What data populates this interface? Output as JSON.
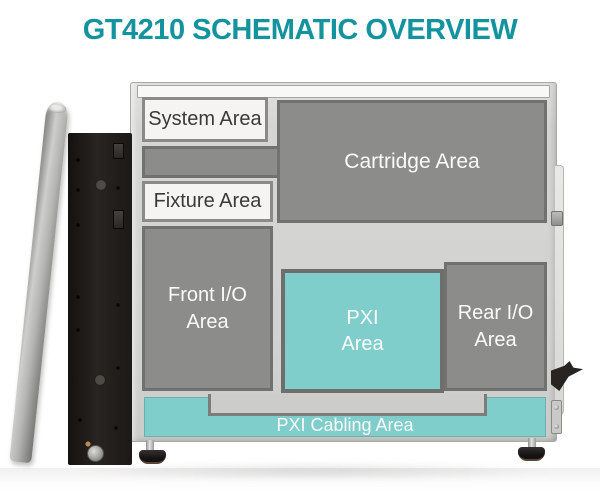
{
  "title": "GT4210 SCHEMATIC OVERVIEW",
  "colors": {
    "title_teal": "#12939E",
    "area_gray": "#8C8C8A",
    "area_teal": "#7FCECB",
    "light_label_bg": "#F5F4F2",
    "dark_text": "#3A3A3A",
    "white_text": "#FAFAFA",
    "chassis_gray": "#D2D2D0"
  },
  "areas": {
    "system": {
      "label": "System Area"
    },
    "cartridge": {
      "label": "Cartridge Area"
    },
    "fixture": {
      "label": "Fixture Area"
    },
    "front_io": {
      "label": "Front I/O\nArea"
    },
    "pxi": {
      "label": "PXI\nArea"
    },
    "rear_io": {
      "label": "Rear I/O\nArea"
    },
    "pxi_cabling": {
      "label": "PXI Cabling Area"
    }
  }
}
